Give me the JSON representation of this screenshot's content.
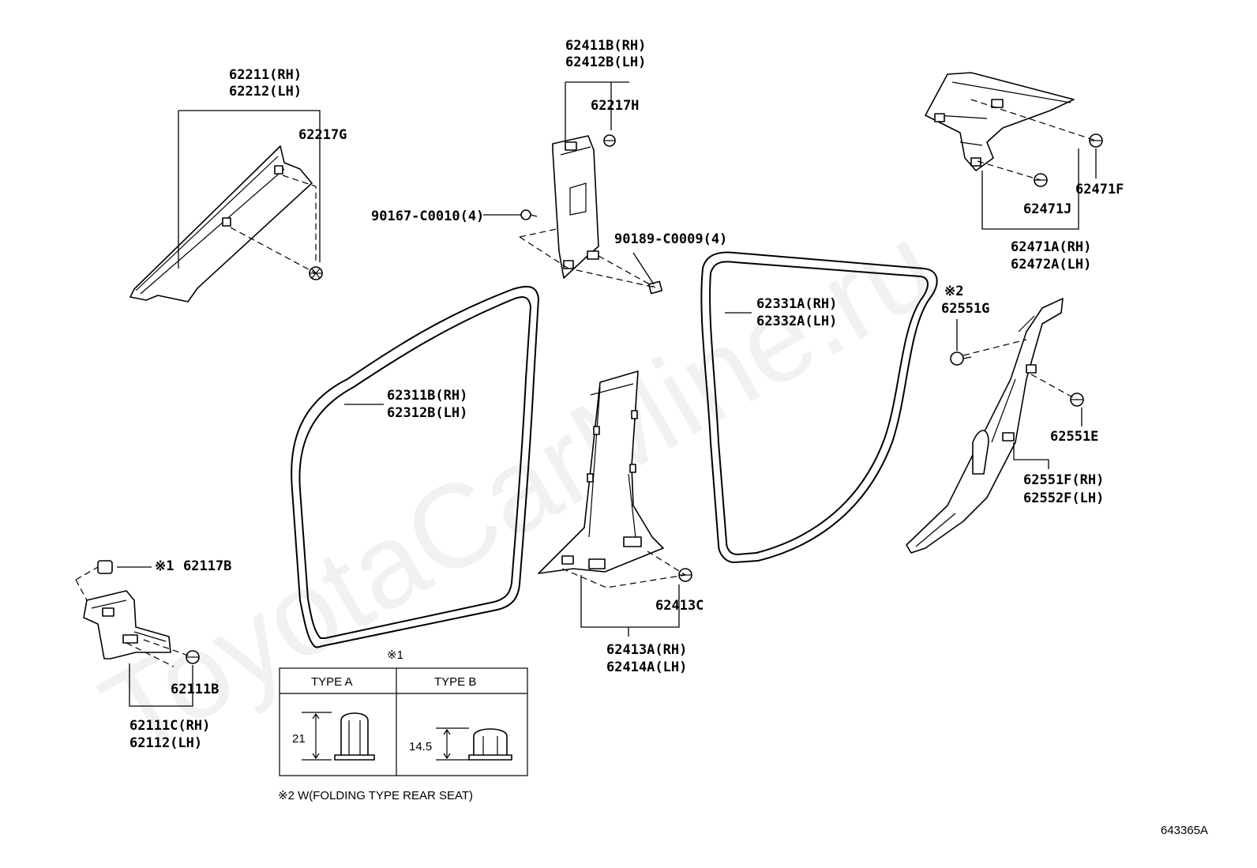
{
  "watermark": "ToyotaCarMine.ru",
  "diagram_id": "643365A",
  "footnote2": "※2 W(FOLDING TYPE REAR SEAT)",
  "type_table": {
    "marker": "※1",
    "type_a": {
      "header": "TYPE A",
      "dim": "21"
    },
    "type_b": {
      "header": "TYPE B",
      "dim": "14.5"
    }
  },
  "labels": {
    "p62211": "62211(RH)",
    "p62212": "62212(LH)",
    "p62217g": "62217G",
    "p62411b": "62411B(RH)",
    "p62412b": "62412B(LH)",
    "p62217h": "62217H",
    "p90167": "90167-C0010(4)",
    "p90189": "90189-C0009(4)",
    "p62471f": "62471F",
    "p62471j": "62471J",
    "p62471a": "62471A(RH)",
    "p62472a": "62472A(LH)",
    "p62331a": "62331A(RH)",
    "p62332a": "62332A(LH)",
    "ref2": "※2",
    "p62551g": "62551G",
    "p62311b": "62311B(RH)",
    "p62312b": "62312B(LH)",
    "p62551e": "62551E",
    "p62551f": "62551F(RH)",
    "p62552f": "62552F(LH)",
    "ref1": "※1",
    "p62117b": "62117B",
    "p62413c": "62413C",
    "p62111b": "62111B",
    "p62413a": "62413A(RH)",
    "p62414a": "62414A(LH)",
    "p62111c": "62111C(RH)",
    "p62112": "62112(LH)"
  }
}
